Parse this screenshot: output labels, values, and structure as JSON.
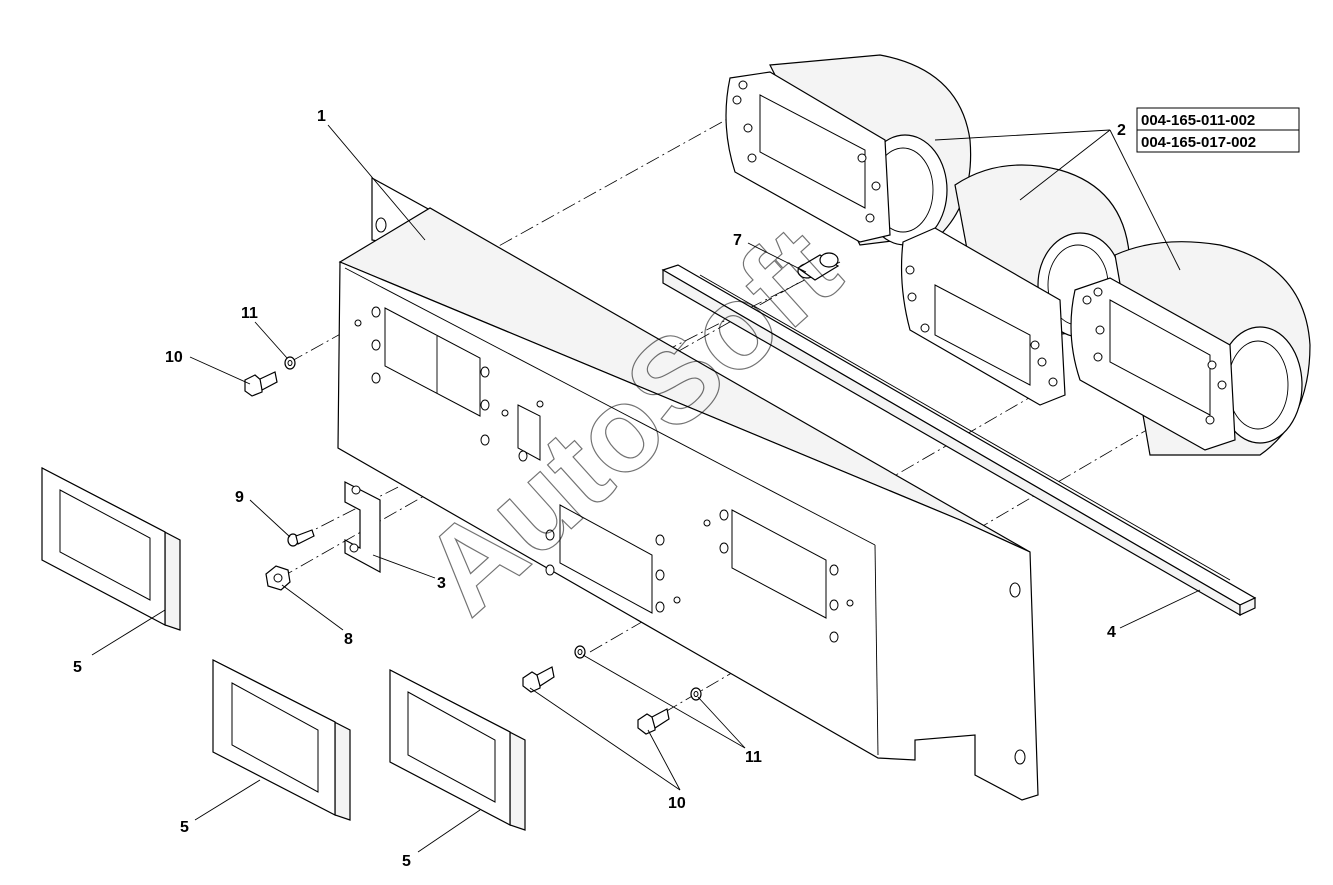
{
  "watermark": "AutoSoft",
  "part_numbers": [
    "004-165-011-002",
    "004-165-017-002"
  ],
  "labels": {
    "panel": "1",
    "blower": "2",
    "bracket": "3",
    "rail": "4",
    "frame_left": "5",
    "frame_mid": "5",
    "frame_right": "5",
    "fitting": "7",
    "nut": "8",
    "screw_bracket": "9",
    "bolt_upper": "10",
    "washer_upper": "11",
    "bolt_lower": "10",
    "washer_lower": "11"
  }
}
